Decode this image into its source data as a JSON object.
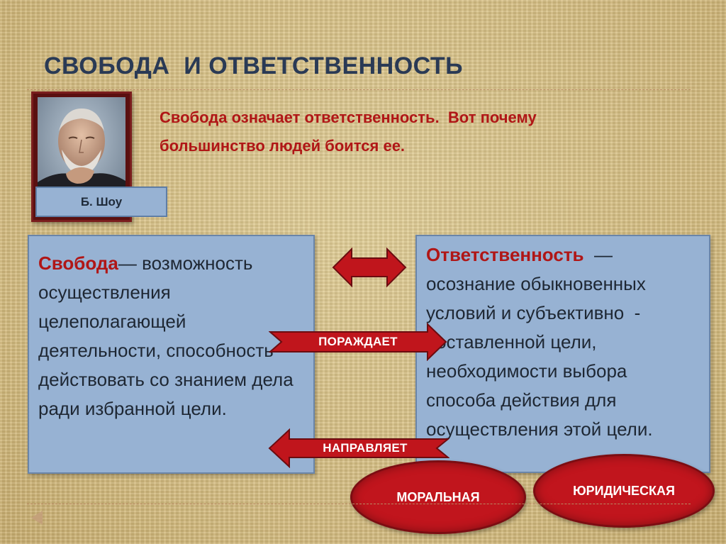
{
  "slide": {
    "title": "СВОБОДА  И ОТВЕТСТВЕННОСТЬ",
    "quote_line1": "Свобода означает ответственность.  Вот почему",
    "quote_line2": "большинство людей боится ее.",
    "author": "Б. Шоу"
  },
  "left_definition": {
    "term": "Свобода",
    "text": "— возможность осуществления целеполагающей деятельности, способность действовать со знанием дела ради избранной цели."
  },
  "right_definition": {
    "term": "Ответственность",
    "text": "  — осознание обыкновенных условий и субъективно  -      поставленной цели, необходимости выбора способа действия для осуществления этой цели."
  },
  "arrows": {
    "generates_label": "ПОРАЖДАЕТ",
    "directs_label": "НАПРАВЛЯЕТ"
  },
  "types": {
    "moral": "МОРАЛЬНАЯ",
    "legal": "ЮРИДИЧЕСКАЯ"
  },
  "colors": {
    "title": "#2a3a55",
    "accent_red": "#b01616",
    "box_blue": "#97b2d3",
    "oval_red": "#c1151d"
  }
}
